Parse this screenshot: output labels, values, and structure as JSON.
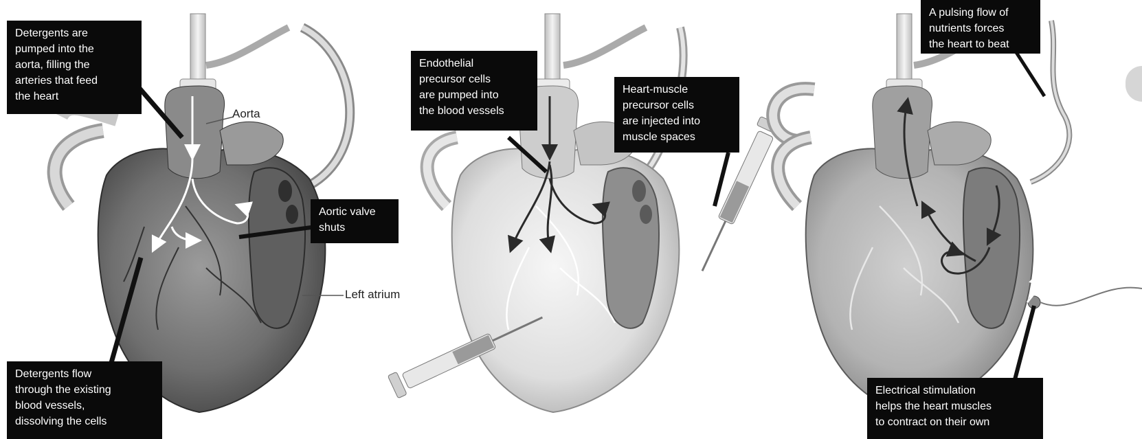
{
  "panels": [
    {
      "callouts": [
        {
          "id": "detergents-pumped",
          "text": "Detergents are\npumped into the\naorta, filling the\narteries that feed\nthe heart"
        },
        {
          "id": "aortic-valve",
          "text": "Aortic valve\nshuts"
        },
        {
          "id": "detergents-flow",
          "text": "Detergents flow\nthrough the existing\nblood vessels,\ndissolving the cells"
        }
      ],
      "labels": {
        "aorta": "Aorta",
        "left_atrium": "Left atrium"
      }
    },
    {
      "callouts": [
        {
          "id": "endothelial",
          "text": "Endothelial\nprecursor cells\nare pumped into\nthe blood vessels"
        },
        {
          "id": "heart-muscle",
          "text": "Heart-muscle\nprecursor cells\nare injected into\nmuscle spaces"
        }
      ]
    },
    {
      "callouts": [
        {
          "id": "pulsing-flow",
          "text": "A pulsing flow of\nnutrients forces\nthe heart to beat"
        },
        {
          "id": "electrical",
          "text": "Electrical stimulation\nhelps the heart muscles\nto contract on their own"
        }
      ]
    }
  ],
  "colors": {
    "callout_bg": "#0a0a0a",
    "callout_text": "#ffffff",
    "heart_dark": "#6e6e6e",
    "heart_light": "#e2e2e2",
    "heart_mid": "#a9a9a9"
  }
}
